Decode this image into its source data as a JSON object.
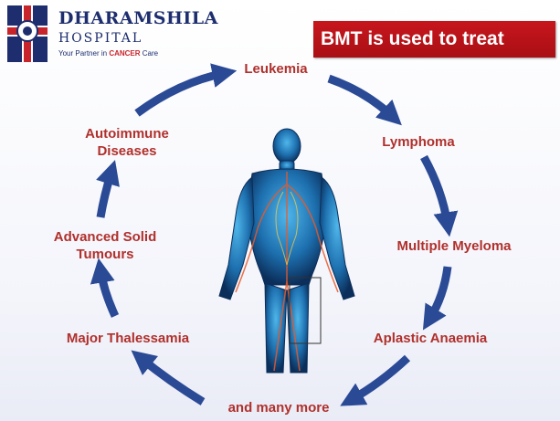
{
  "header": {
    "logo_name": "DHARAMSHILA",
    "logo_sub": "HOSPITAL",
    "tagline_prefix": "Your Partner in",
    "tagline_accent": "CANCER",
    "tagline_suffix": "Care"
  },
  "title": "BMT is used to treat",
  "cycle": {
    "items": [
      "Leukemia",
      "Lymphoma",
      "Multiple Myeloma",
      "Aplastic Anaemia",
      "and many more",
      "Major Thalessamia",
      "Advanced Solid Tumours",
      "Autoimmune Diseases"
    ]
  },
  "colors": {
    "arrow": "#2b4a95",
    "label": "#b0302c",
    "banner": "#c0141b",
    "brand": "#1d2d6e"
  },
  "icons": {
    "logo": "hospital-emblem-icon",
    "figure": "human-body-anatomy-icon"
  }
}
